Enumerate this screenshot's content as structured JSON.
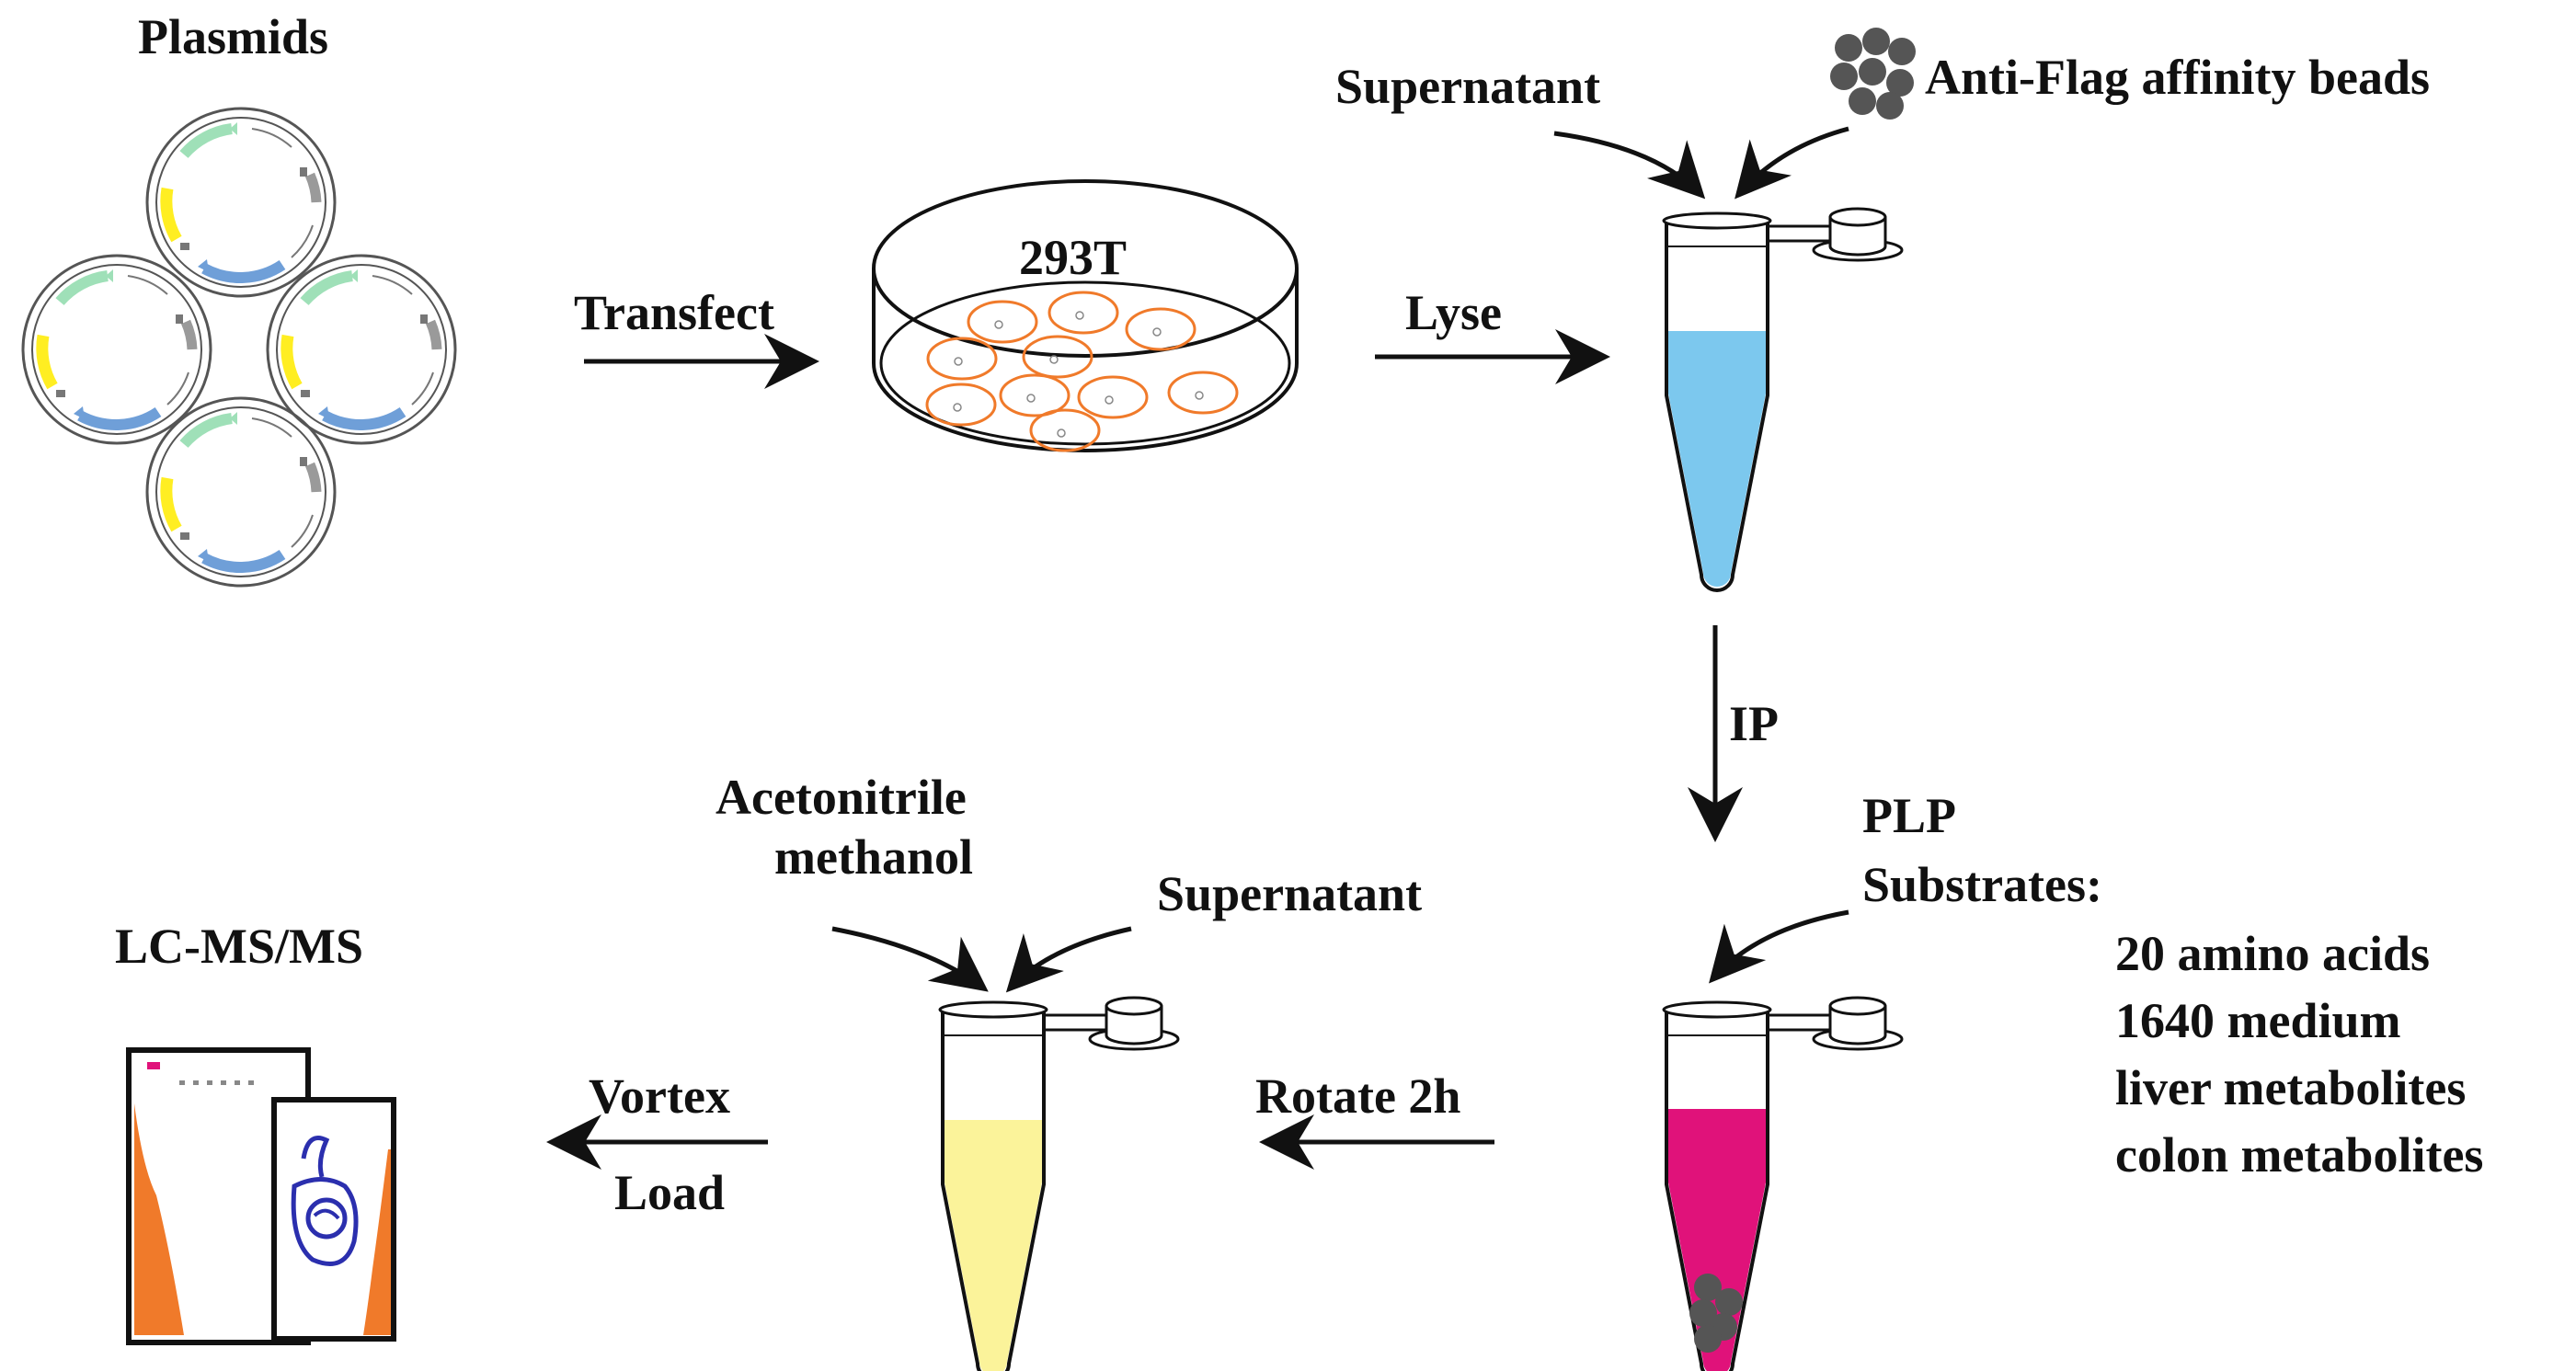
{
  "labels": {
    "plasmids": "Plasmids",
    "transfect": "Transfect",
    "cell_line": "293T",
    "lyse": "Lyse",
    "supernatant_top": "Supernatant",
    "beads": "Anti-Flag affinity beads",
    "ip": "IP",
    "plp": "PLP",
    "substrates": "Substrates:",
    "substrate_items": [
      "20 amino acids",
      "1640 medium",
      "liver metabolites",
      "colon metabolites"
    ],
    "rotate": "Rotate 2h",
    "acetonitrile": "Acetonitrile",
    "methanol": "methanol",
    "supernatant_bottom": "Supernatant",
    "vortex": "Vortex",
    "load": "Load",
    "lcms": "LC-MS/MS"
  },
  "colors": {
    "lysate": "#7cc8ee",
    "reaction": "#e0127a",
    "extract": "#fbf39a",
    "cell_outline": "#f07a2a",
    "bead": "#555555",
    "instrument_accent": "#f07a2a",
    "instrument_logo": "#2b2fae",
    "plasmid_green": "#9fe0b8",
    "plasmid_yellow": "#ffee22",
    "plasmid_blue": "#6f9fd8",
    "plasmid_grey": "#9a9a9a"
  },
  "icons": {
    "plasmid": "plasmid-icon",
    "dish": "petri-dish-icon",
    "tube": "microcentrifuge-tube-icon",
    "beads": "beads-icon",
    "instrument": "lc-ms-instrument-icon"
  }
}
